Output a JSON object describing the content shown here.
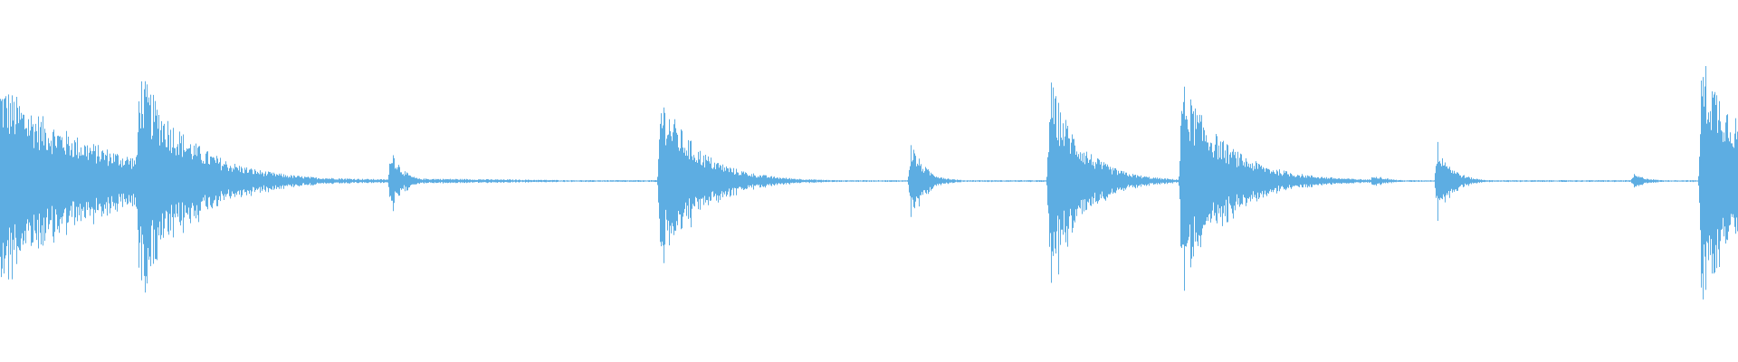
{
  "waveform": {
    "color": "#5dade2",
    "background": "#ffffff",
    "baseline_amplitude": 0.006,
    "transients": [
      {
        "time": 0.0,
        "peak": 0.7,
        "decay": 0.055,
        "tail": 0.035,
        "tail_len": 0.06
      },
      {
        "time": 0.08,
        "peak": 0.78,
        "decay": 0.03,
        "tail": 0.03,
        "tail_len": 0.03
      },
      {
        "time": 0.225,
        "peak": 0.26,
        "decay": 0.006,
        "tail": 0.02,
        "tail_len": 0.15
      },
      {
        "time": 0.38,
        "peak": 0.62,
        "decay": 0.022,
        "tail": 0.03,
        "tail_len": 0.075
      },
      {
        "time": 0.524,
        "peak": 0.28,
        "decay": 0.008,
        "tail": 0.008,
        "tail_len": 0.03
      },
      {
        "time": 0.604,
        "peak": 0.72,
        "decay": 0.018,
        "tail": 0.03,
        "tail_len": 0.04
      },
      {
        "time": 0.68,
        "peak": 0.7,
        "decay": 0.026,
        "tail": 0.018,
        "tail_len": 0.055
      },
      {
        "time": 0.79,
        "peak": 0.05,
        "decay": 0.008,
        "tail": 0.004,
        "tail_len": 0.01
      },
      {
        "time": 0.827,
        "peak": 0.28,
        "decay": 0.008,
        "tail": 0.008,
        "tail_len": 0.025
      },
      {
        "time": 0.94,
        "peak": 0.05,
        "decay": 0.008,
        "tail": 0.004,
        "tail_len": 0.012
      },
      {
        "time": 0.979,
        "peak": 0.88,
        "decay": 0.03,
        "tail": 0.04,
        "tail_len": 0.02
      }
    ]
  }
}
